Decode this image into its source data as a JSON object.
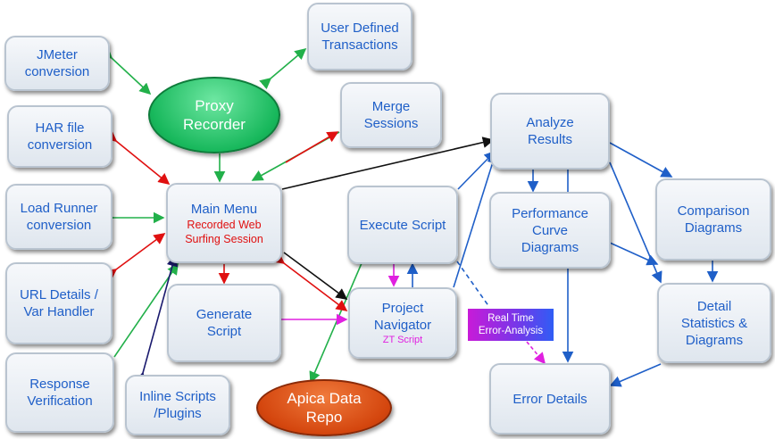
{
  "nodes": {
    "jmeter": "JMeter\nconversion",
    "har": "HAR file\nconversion",
    "loadrunner": "Load Runner\nconversion",
    "urldetails": "URL Details /\nVar Handler",
    "response": "Response\nVerification",
    "userdefined": "User Defined\nTransactions",
    "merge": "Merge\nSessions",
    "mainmenu": "Main Menu",
    "mainmenu_sub": "Recorded Web\nSurfing Session",
    "generate": "Generate\nScript",
    "inline": "Inline Scripts\n/Plugins",
    "execute": "Execute Script",
    "navigator": "Project\nNavigator",
    "navigator_sub": "ZT Script",
    "analyze": "Analyze\nResults",
    "performance": "Performance\nCurve\nDiagrams",
    "comparison": "Comparison\nDiagrams",
    "detail": "Detail\nStatistics &\nDiagrams",
    "errordetails": "Error Details"
  },
  "ellipses": {
    "proxy": "Proxy\nRecorder",
    "apica": "Apica Data\nRepo"
  },
  "callout": "Real Time\nError-Analysis",
  "colors": {
    "green": "#22b04a",
    "red": "#e01010",
    "black": "#111111",
    "navy": "#1a1a6e",
    "blue": "#1f5fc8",
    "magenta": "#e020e0"
  }
}
